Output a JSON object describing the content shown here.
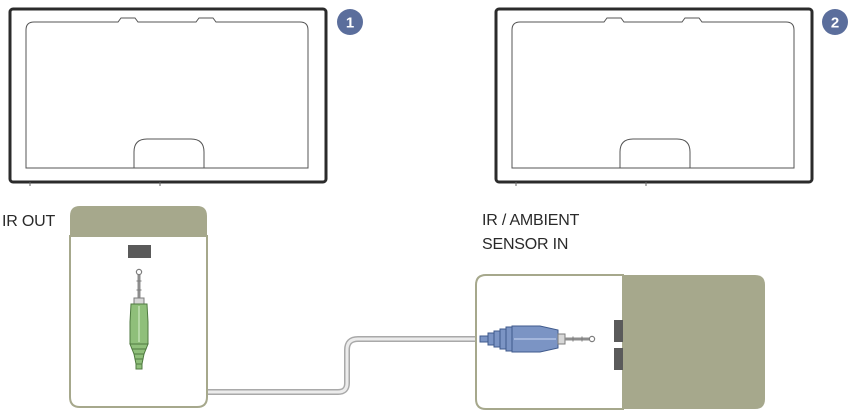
{
  "badges": {
    "left": "1",
    "right": "2"
  },
  "labels": {
    "ir_out": "IR OUT",
    "ir_ambient_line1": "IR / AMBIENT",
    "ir_ambient_line2": "SENSOR IN"
  },
  "colors": {
    "badge": "#5b6e9c",
    "panel_fill": "#a6a88c",
    "green_plug": "#8fbf7a",
    "blue_plug": "#7b94c4",
    "cable": "#c4c4c4",
    "monitor_stroke": "#2b2b2b"
  }
}
